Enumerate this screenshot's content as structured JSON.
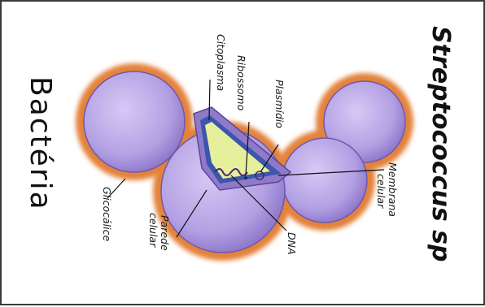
{
  "diagram": {
    "title": "Streptococcus sp",
    "side_title": "Bactéria",
    "labels": {
      "citoplasma": "Citoplasma",
      "ribossomo": "Ribossomo",
      "plasmidio": "Plasmídio",
      "membrana_line1": "Membrana",
      "membrana_line2": "celular",
      "parede_line1": "Parede",
      "parede_line2": "celular",
      "glicocalice": "Glicocálice",
      "dna": "DNA"
    },
    "colors": {
      "capsule": "#e07a2a",
      "cell": "#b8a3e6",
      "cell_dark": "#7a62b8",
      "cytoplasm": "#e4ef9a",
      "membrane": "#3a4ea8"
    }
  }
}
